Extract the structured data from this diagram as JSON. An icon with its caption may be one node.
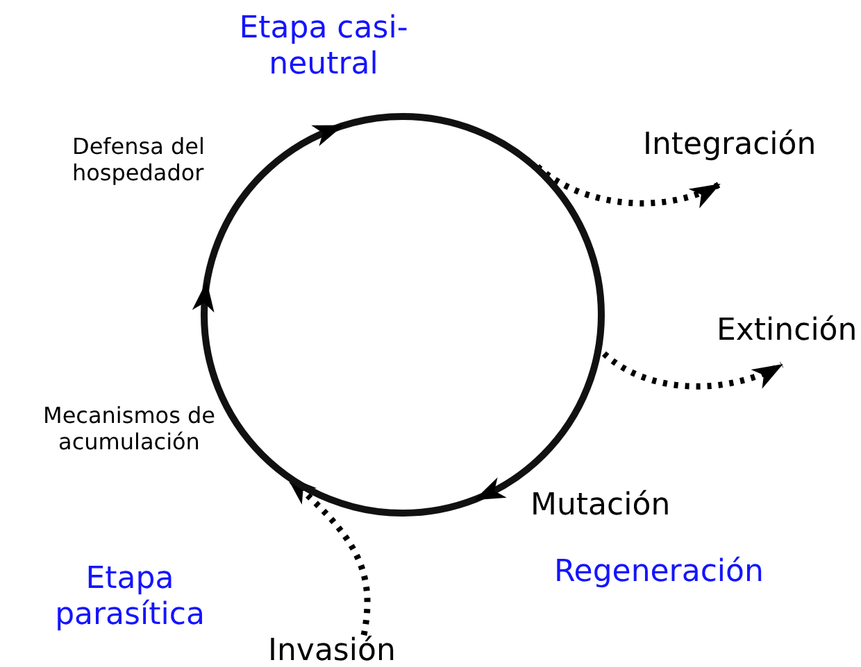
{
  "diagram": {
    "nodes": [
      {
        "text": [],
        "shape": "circle"
      },
      {
        "text": [
          "Integración"
        ]
      },
      {
        "text": [
          "Extinción"
        ]
      },
      {
        "text": [
          "Invasión"
        ]
      }
    ],
    "edges": [
      {
        "from": 0,
        "to": 1,
        "arrow": "to",
        "style": "dashed"
      },
      {
        "from": 0,
        "to": 2,
        "arrow": "to",
        "style": "dashed"
      },
      {
        "from": 3,
        "to": 0,
        "arrow": "to",
        "style": "dashed"
      }
    ],
    "labels": [
      "Etapa casi-neutral",
      "Defensa del hospedador",
      "Mecanismos de acumulación",
      "Mutación",
      "Etapa parasítica",
      "Regeneración"
    ]
  }
}
